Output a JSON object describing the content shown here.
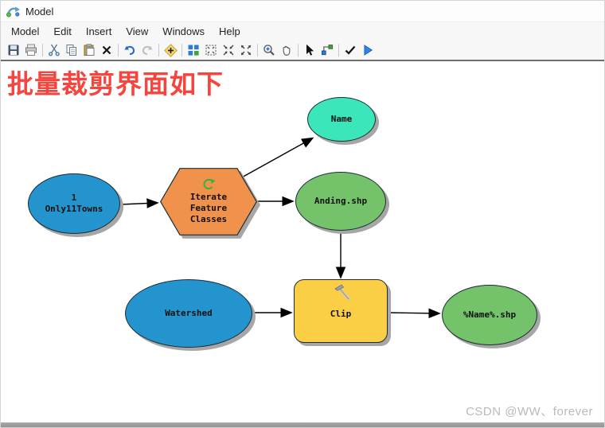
{
  "window": {
    "title": "Model"
  },
  "menu": {
    "items": [
      "Model",
      "Edit",
      "Insert",
      "View",
      "Windows",
      "Help"
    ]
  },
  "toolbar": {
    "icons": [
      "save",
      "print",
      "cut",
      "copy",
      "paste",
      "delete",
      "undo",
      "redo",
      "add-data",
      "auto-layout",
      "fit-to-window",
      "fixed-zoom-in",
      "fixed-zoom-out",
      "zoom-magnifier",
      "pan",
      "select",
      "connect",
      "validate",
      "run"
    ]
  },
  "overlay": {
    "heading": "批量裁剪界面如下"
  },
  "diagram": {
    "nodes": {
      "only11towns": {
        "label": "1\nOnly11Towns",
        "fill": "#2494ce",
        "shape": "ellipse"
      },
      "iterate": {
        "label": "Iterate\nFeature\nClasses",
        "fill": "#f0924c",
        "shape": "hexagon",
        "icon": "loop-icon"
      },
      "name": {
        "label": "Name",
        "fill": "#3ce6bb",
        "shape": "ellipse"
      },
      "anding": {
        "label": "Anding.shp",
        "fill": "#74c36b",
        "shape": "ellipse"
      },
      "watershed": {
        "label": "Watershed",
        "fill": "#2494ce",
        "shape": "ellipse"
      },
      "clip": {
        "label": "Clip",
        "fill": "#fbcf45",
        "shape": "rounded-rect",
        "icon": "hammer-icon"
      },
      "output": {
        "label": "%Name%.shp",
        "fill": "#74c36b",
        "shape": "ellipse"
      }
    },
    "connections": [
      "only11towns -> iterate",
      "iterate -> name",
      "iterate -> anding",
      "anding -> clip",
      "watershed -> clip",
      "clip -> output"
    ]
  },
  "watermark": {
    "text": "CSDN @WW、forever"
  },
  "colors": {
    "heading_red": "#f6453e",
    "node_blue": "#2494ce",
    "node_orange": "#f0924c",
    "node_cyan": "#3ce6bb",
    "node_green": "#74c36b",
    "node_yellow": "#fbcf45",
    "shadow_gray": "#a6a6a6"
  }
}
